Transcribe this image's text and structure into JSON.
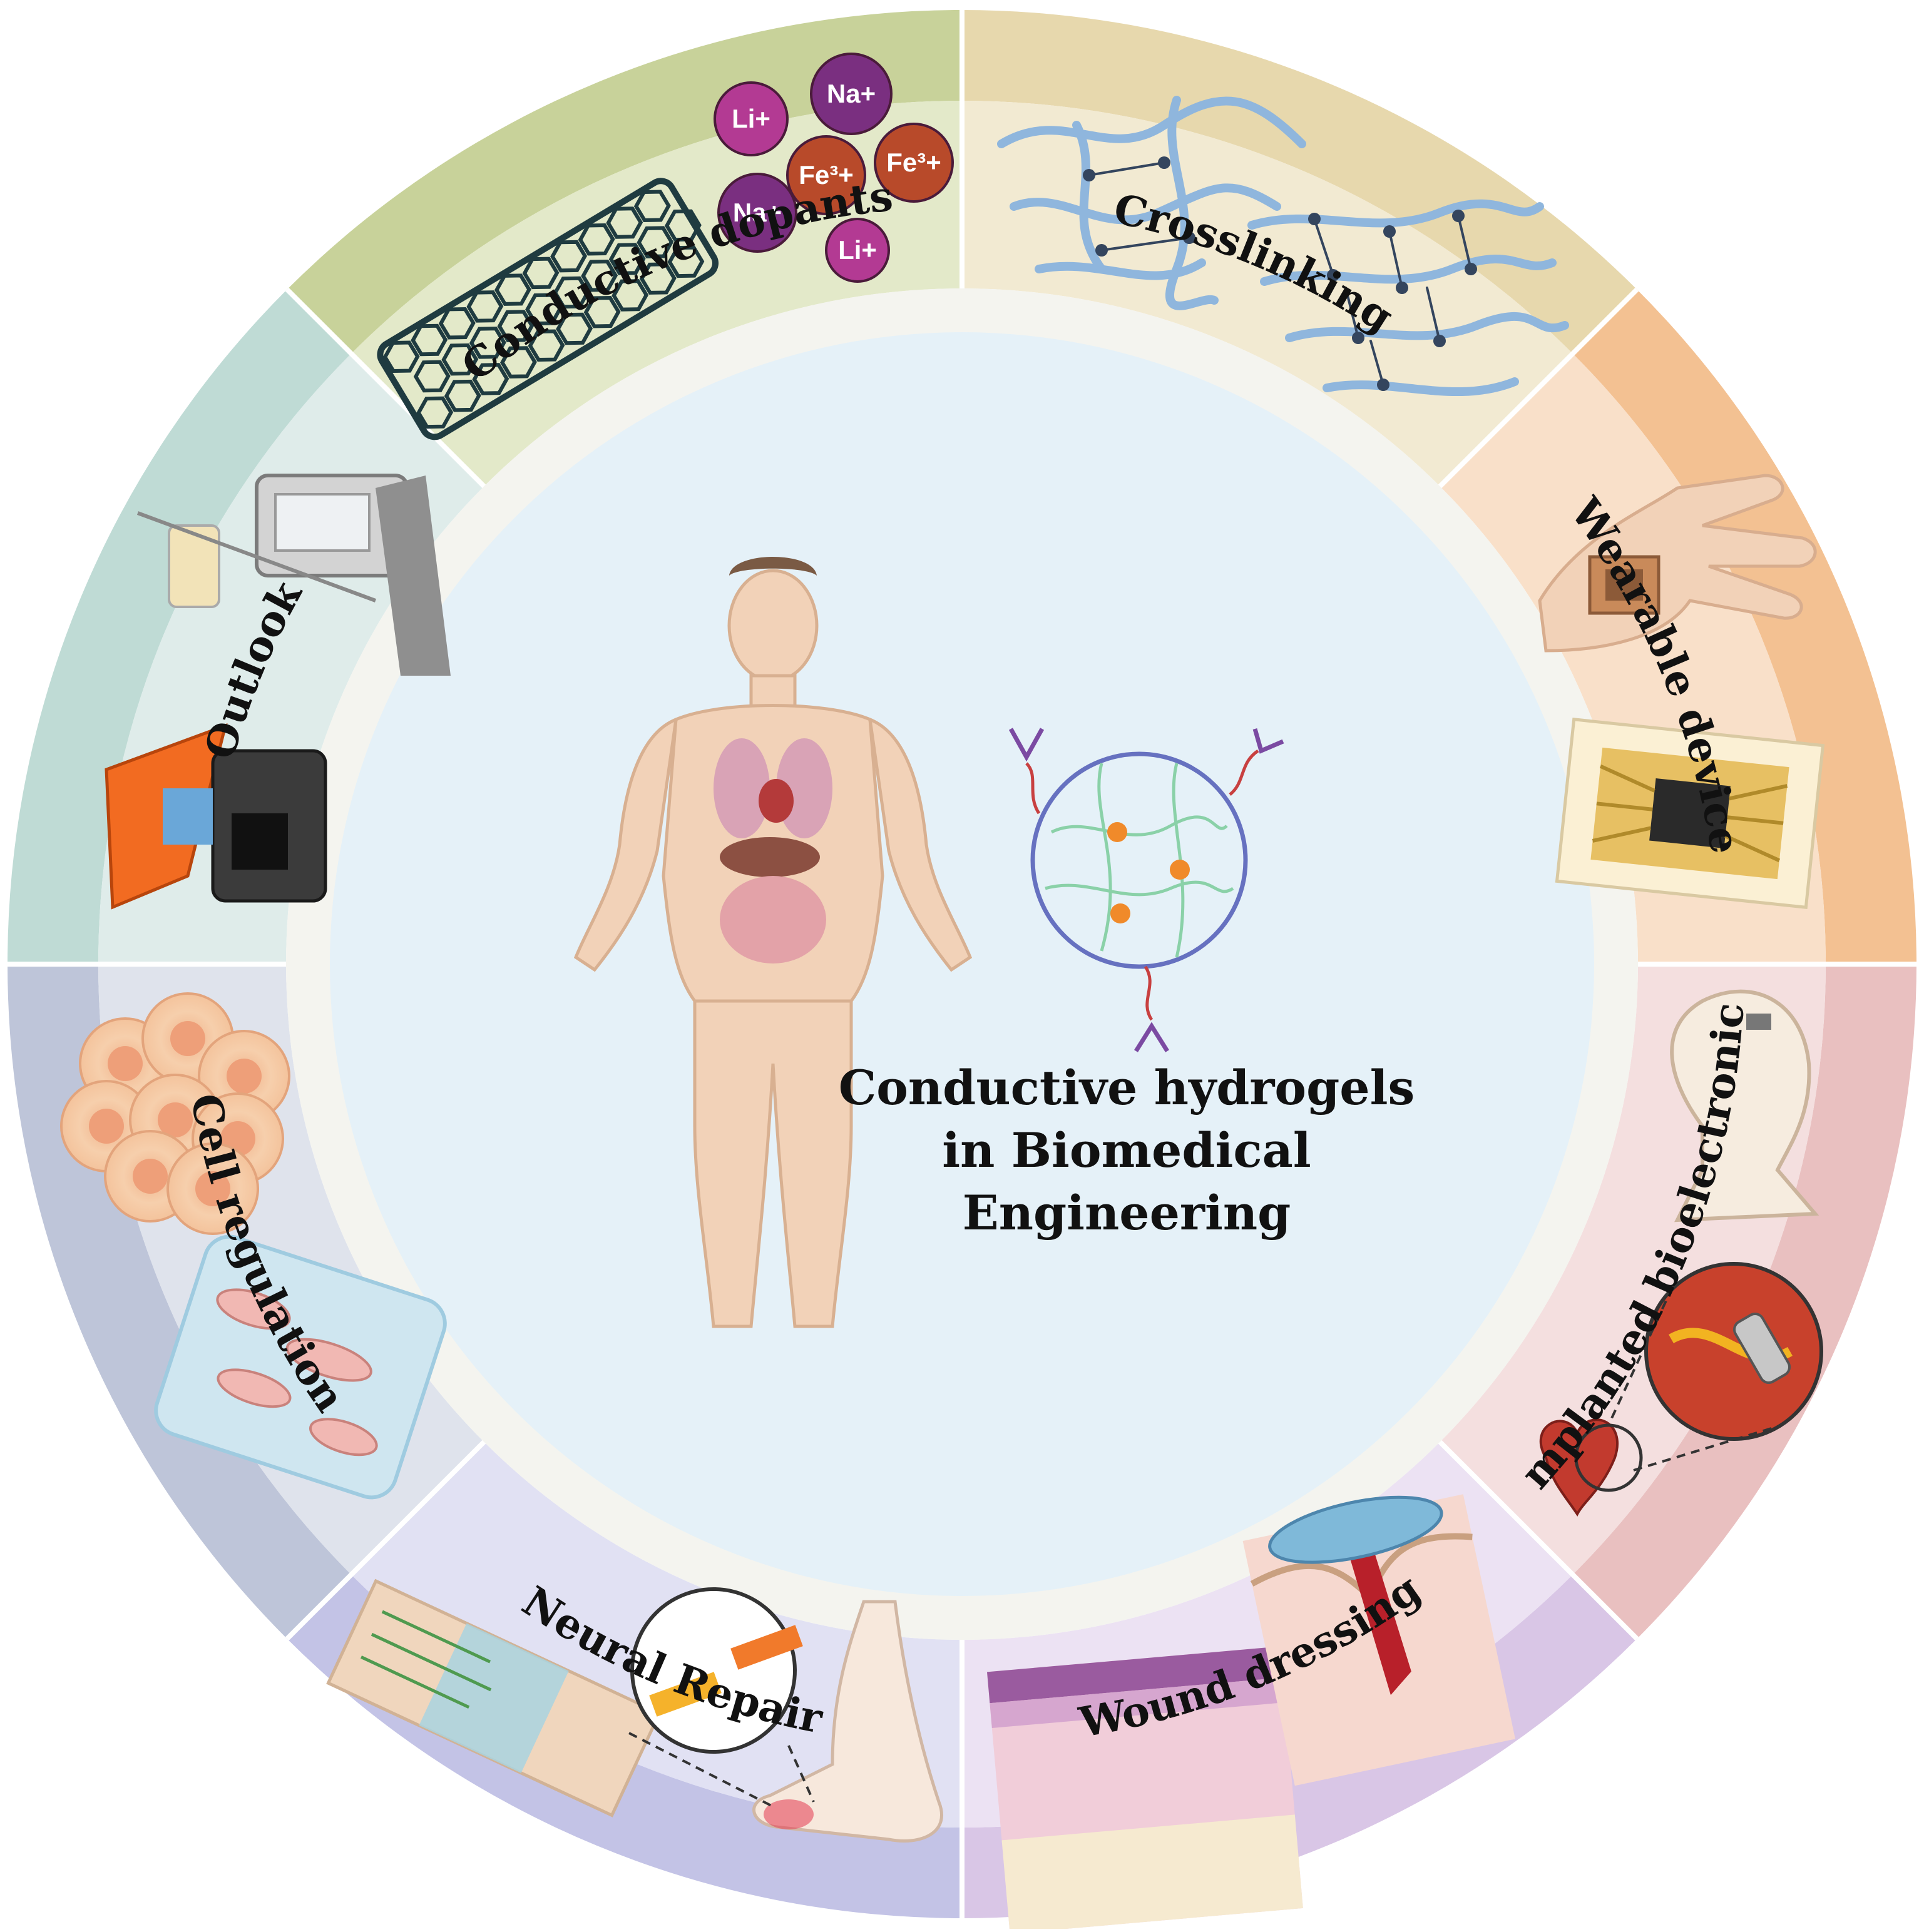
{
  "title_lines": [
    "Conductive hydrogels",
    "in Biomedical",
    "Engineering"
  ],
  "segments": [
    {
      "key": "conductive_dopants",
      "label": "Conductive dopants",
      "outer_color": "#c8d29a",
      "inner_color": "#e3e9c9"
    },
    {
      "key": "crosslinking",
      "label": "Crosslinking",
      "outer_color": "#e7d8ad",
      "inner_color": "#f2ead2"
    },
    {
      "key": "wearable_device",
      "label": "Wearable device",
      "outer_color": "#f3c192",
      "inner_color": "#f9e0c9"
    },
    {
      "key": "implanted_bioelectronics",
      "label": "Implanted bioelectronics",
      "outer_color": "#e9c0c0",
      "inner_color": "#f4dfdf"
    },
    {
      "key": "wound_dressing",
      "label": "Wound dressing",
      "outer_color": "#d9c6e6",
      "inner_color": "#ece2f3"
    },
    {
      "key": "neural_repair",
      "label": "Neural Repair",
      "outer_color": "#c3c3e6",
      "inner_color": "#e1e1f3"
    },
    {
      "key": "cell_regulation",
      "label": "Cell regulation",
      "outer_color": "#bec5d9",
      "inner_color": "#dfe3ec"
    },
    {
      "key": "outlook",
      "label": "Outlook",
      "outer_color": "#bfdbd5",
      "inner_color": "#dfecea"
    }
  ],
  "ions": [
    {
      "symbol": "Li",
      "charge": "+",
      "color": "#b33a93"
    },
    {
      "symbol": "Na",
      "charge": "+",
      "color": "#7a2f80"
    },
    {
      "symbol": "Fe",
      "charge": "³+",
      "color": "#b84a2a"
    },
    {
      "symbol": "Fe",
      "charge": "³+",
      "color": "#b84a2a"
    },
    {
      "symbol": "Na",
      "charge": "+",
      "color": "#7a2f80"
    },
    {
      "symbol": "Li",
      "charge": "+",
      "color": "#b33a93"
    }
  ],
  "colors": {
    "center_fill": "#e5f1f8",
    "ring_gap": "#f4f4ef",
    "network_line": "#8fb6dd",
    "skin": "#f2d2b8"
  },
  "icons": {
    "nanotube": "carbon-nanotube-icon",
    "network": "polymer-network-icon",
    "hand": "hand-with-patch-icon",
    "chip": "flexible-chip-icon",
    "head": "head-implant-icon",
    "heart": "heart-icon",
    "skin": "skin-layers-icon",
    "wound": "wound-icon",
    "nerve_scaffold": "nerve-scaffold-icon",
    "foot": "foot-nerve-icon",
    "cells": "cell-cluster-icon",
    "hydrogel_cells": "hydrogel-cells-icon",
    "iv_pump": "infusion-pump-icon",
    "printer": "bioprinter-icon",
    "body": "human-body-icon",
    "hydrogel_particle": "hydrogel-particle-icon"
  }
}
